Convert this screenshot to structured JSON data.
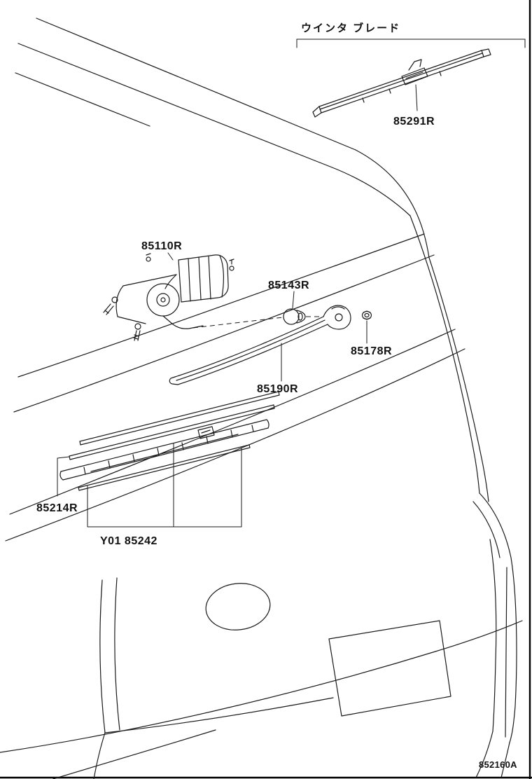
{
  "header": {
    "bracket_label": "ウインタ ブレード"
  },
  "parts": {
    "winter_blade": "85291R",
    "motor": "85110R",
    "grommet": "85143R",
    "washer_nut": "85178R",
    "arm": "85190R",
    "blade_insert": "85214R",
    "blade_sub_assembly": "Y01 85242"
  },
  "footer": {
    "diagram_code": "852160A"
  },
  "colors": {
    "line": "#1a1a1a",
    "background": "#ffffff",
    "text": "#111111"
  }
}
